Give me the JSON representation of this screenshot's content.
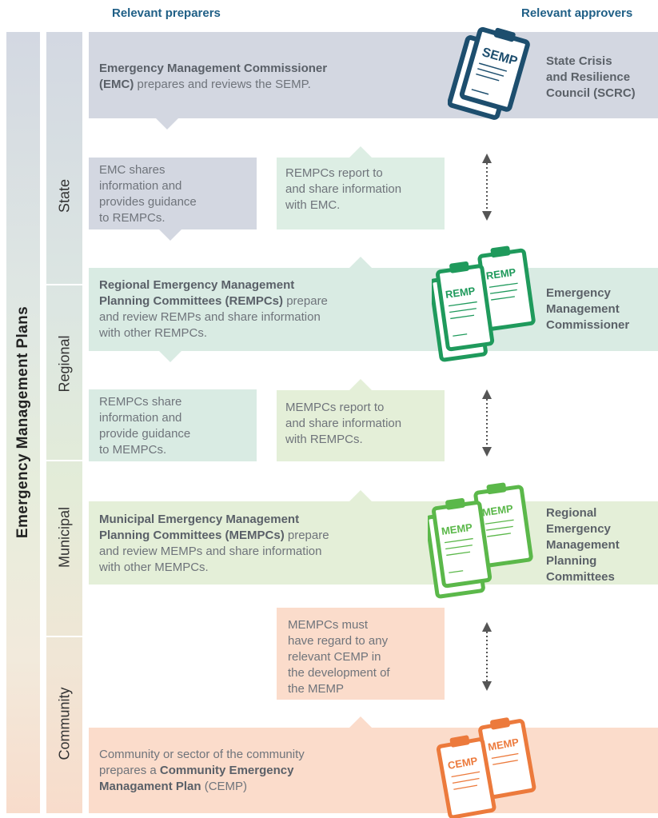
{
  "headers": {
    "preparers": "Relevant preparers",
    "approvers": "Relevant approvers"
  },
  "sidebar": {
    "title": "Emergency Management Plans",
    "levels": [
      "State",
      "Regional",
      "Municipal",
      "Community"
    ]
  },
  "state": {
    "main_prefix": "Emergency Management Commissioner",
    "main_abbr": "(EMC)",
    "main_rest": " prepares and reviews the SEMP.",
    "approver": [
      "State Crisis",
      "and Resilience",
      "Council (SCRC)"
    ],
    "clipboard_label": "SEMP"
  },
  "state_regional": {
    "down_text": [
      "EMC shares",
      "information and",
      "provides guidance",
      "to REMPCs."
    ],
    "up_text": [
      "REMPCs report to",
      "and share information",
      "with EMC."
    ]
  },
  "regional": {
    "main_bold": [
      "Regional Emergency Management",
      "Planning Committees (REMPCs)"
    ],
    "main_rest_1": " prepare",
    "main_rest_2": "and review REMPs and share information",
    "main_rest_3": "with other REMPCs.",
    "approver": [
      "Emergency",
      "Management",
      "Commissioner"
    ],
    "clipboard_label": "REMP"
  },
  "regional_municipal": {
    "down_text": [
      "REMPCs share",
      "information and",
      "provide guidance",
      "to MEMPCs."
    ],
    "up_text": [
      "MEMPCs report to",
      "and share information",
      "with REMPCs."
    ]
  },
  "municipal": {
    "main_bold": [
      "Municipal Emergency Management",
      "Planning Committees (MEMPCs)"
    ],
    "main_rest_1": " prepare",
    "main_rest_2": "and review MEMPs and share information",
    "main_rest_3": "with other MEMPCs.",
    "approver": [
      "Regional",
      "Emergency",
      "Management",
      "Planning",
      "Committees"
    ],
    "clipboard_label": "MEMP"
  },
  "municipal_community": {
    "up_text": [
      "MEMPCs must",
      "have regard to any",
      "relevant CEMP in",
      "the development of",
      "the MEMP"
    ]
  },
  "community": {
    "line1": "Community or sector of the community",
    "line2_pre": "prepares a ",
    "line2_bold": "Community Emergency",
    "line3_bold": "Managament Plan",
    "line3_rest": " (CEMP)",
    "clipboard_label_front": "CEMP",
    "clipboard_label_back": "MEMP"
  },
  "colors": {
    "state": "#d3d7e1",
    "regional": "#d9ebe3",
    "municipal": "#e4efd8",
    "community": "#fbdccb",
    "semp_icon": "#1d4e6e",
    "remp_icon": "#1f9a5c",
    "memp_icon": "#5bb84a",
    "cemp_icon": "#ec7a3c",
    "header": "#1f5f86"
  }
}
